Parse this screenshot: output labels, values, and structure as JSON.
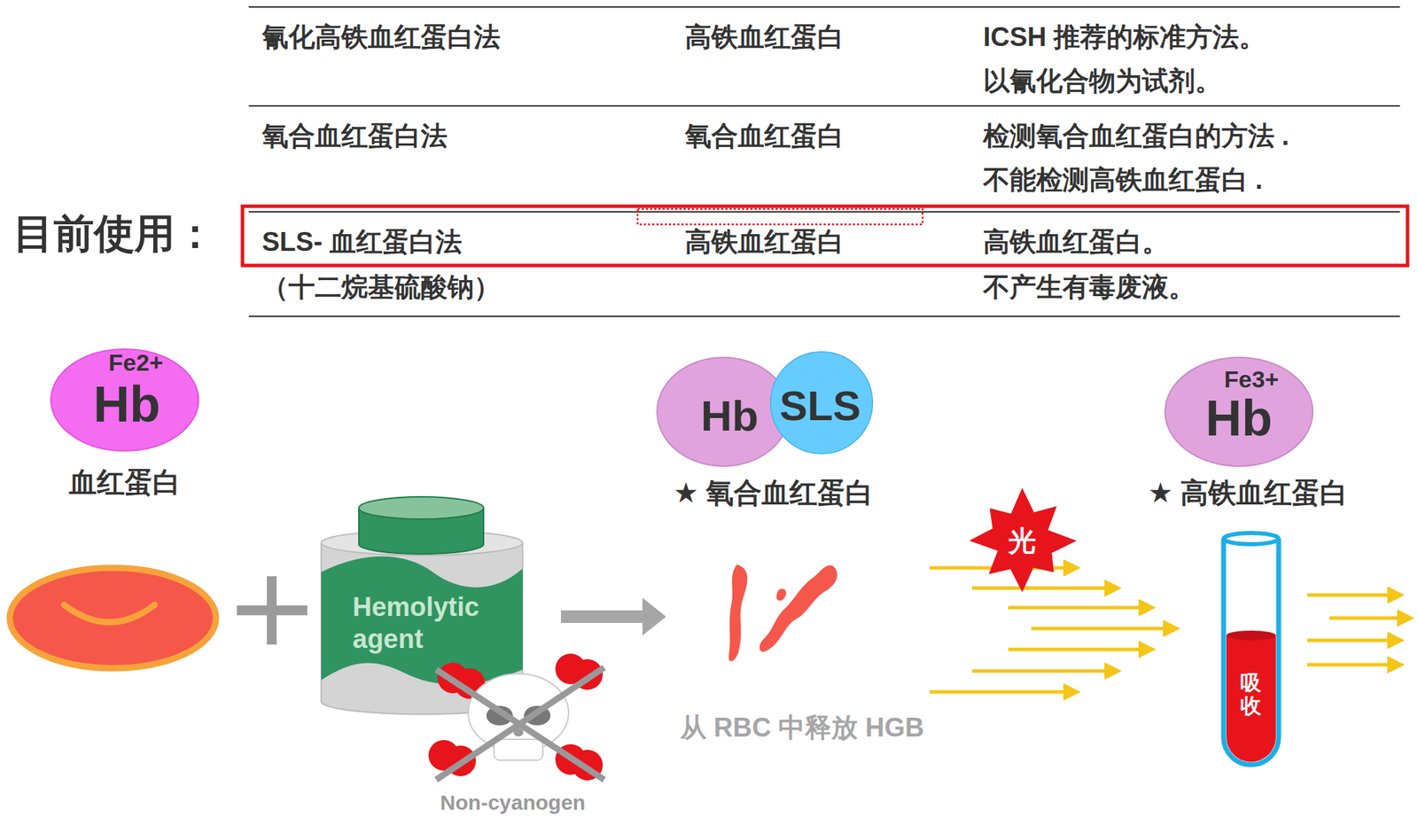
{
  "diagram": {
    "nodes": [
      {
        "text": [
          "Fe2+",
          "Hb",
          "血红蛋白"
        ]
      },
      {
        "text": [
          "Hemolytic agent"
        ]
      },
      {
        "text": [
          "Hb",
          "★ 氧合血红蛋白"
        ]
      },
      {
        "text": [
          "SLS"
        ]
      },
      {
        "text": [
          "光"
        ]
      },
      {
        "text": [
          "吸收"
        ]
      },
      {
        "text": [
          "Fe3+",
          "Hb",
          "★ 高铁血红蛋白"
        ]
      }
    ],
    "labels": [
      "氰化高铁血红蛋白法",
      "高铁血红蛋白",
      "ICSH 推荐的标准方法。 以氰化合物为试剂。",
      "氧合血红蛋白法",
      "氧合血红蛋白",
      "检测氧合血红蛋白的方法 . 不能检测高铁血红蛋白 .",
      "目前使用：",
      "SLS- 血红蛋白法 （十二烷基硫酸钠）",
      "高铁血红蛋白",
      "高铁血红蛋白。 不产生有毒废液。",
      "从 RBC 中释放 HGB",
      "Non-cyanogen"
    ]
  }
}
